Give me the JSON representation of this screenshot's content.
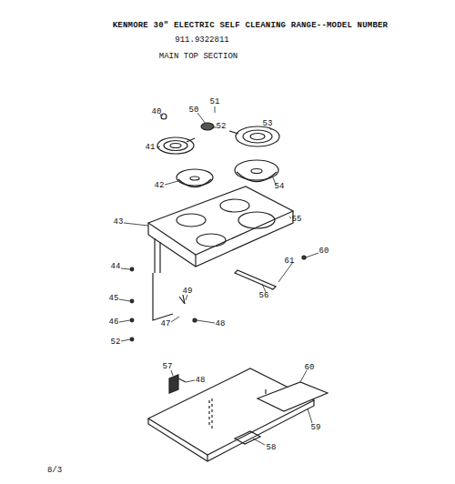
{
  "diagram": {
    "title": "KENMORE 30\" ELECTRIC SELF CLEANING RANGE--MODEL NUMBER",
    "labels": [
      "911.9322811",
      "MAIN TOP SECTION",
      "40",
      "50",
      "51",
      "52",
      "41",
      "53",
      "42",
      "54",
      "43",
      "55",
      "44",
      "60",
      "61",
      "45",
      "56",
      "49",
      "46",
      "47",
      "48",
      "52",
      "60",
      "57",
      "48",
      "59",
      "58",
      "8/3"
    ]
  }
}
